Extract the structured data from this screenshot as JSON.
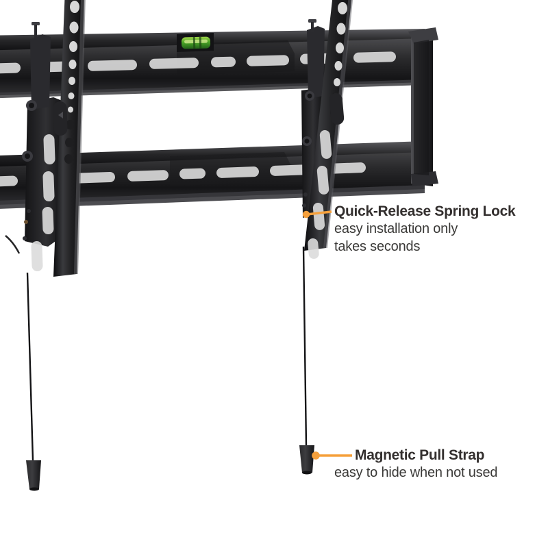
{
  "background_color": "#ffffff",
  "accent_color": "#f5a03c",
  "text_color": "#332f2e",
  "product": {
    "name": "tilting-tv-wall-mount",
    "finish_color": "#1c1c1e",
    "bubble_level_color": "#4aa526"
  },
  "callouts": [
    {
      "id": "spring-lock",
      "title": "Quick-Release Spring Lock",
      "sub_line_1": "easy installation only",
      "sub_line_2": "takes seconds",
      "marker_color": "#f5a03c"
    },
    {
      "id": "pull-strap",
      "title": "Magnetic Pull Strap",
      "sub_line_1": "easy to hide when not used",
      "marker_color": "#f5a03c"
    }
  ]
}
